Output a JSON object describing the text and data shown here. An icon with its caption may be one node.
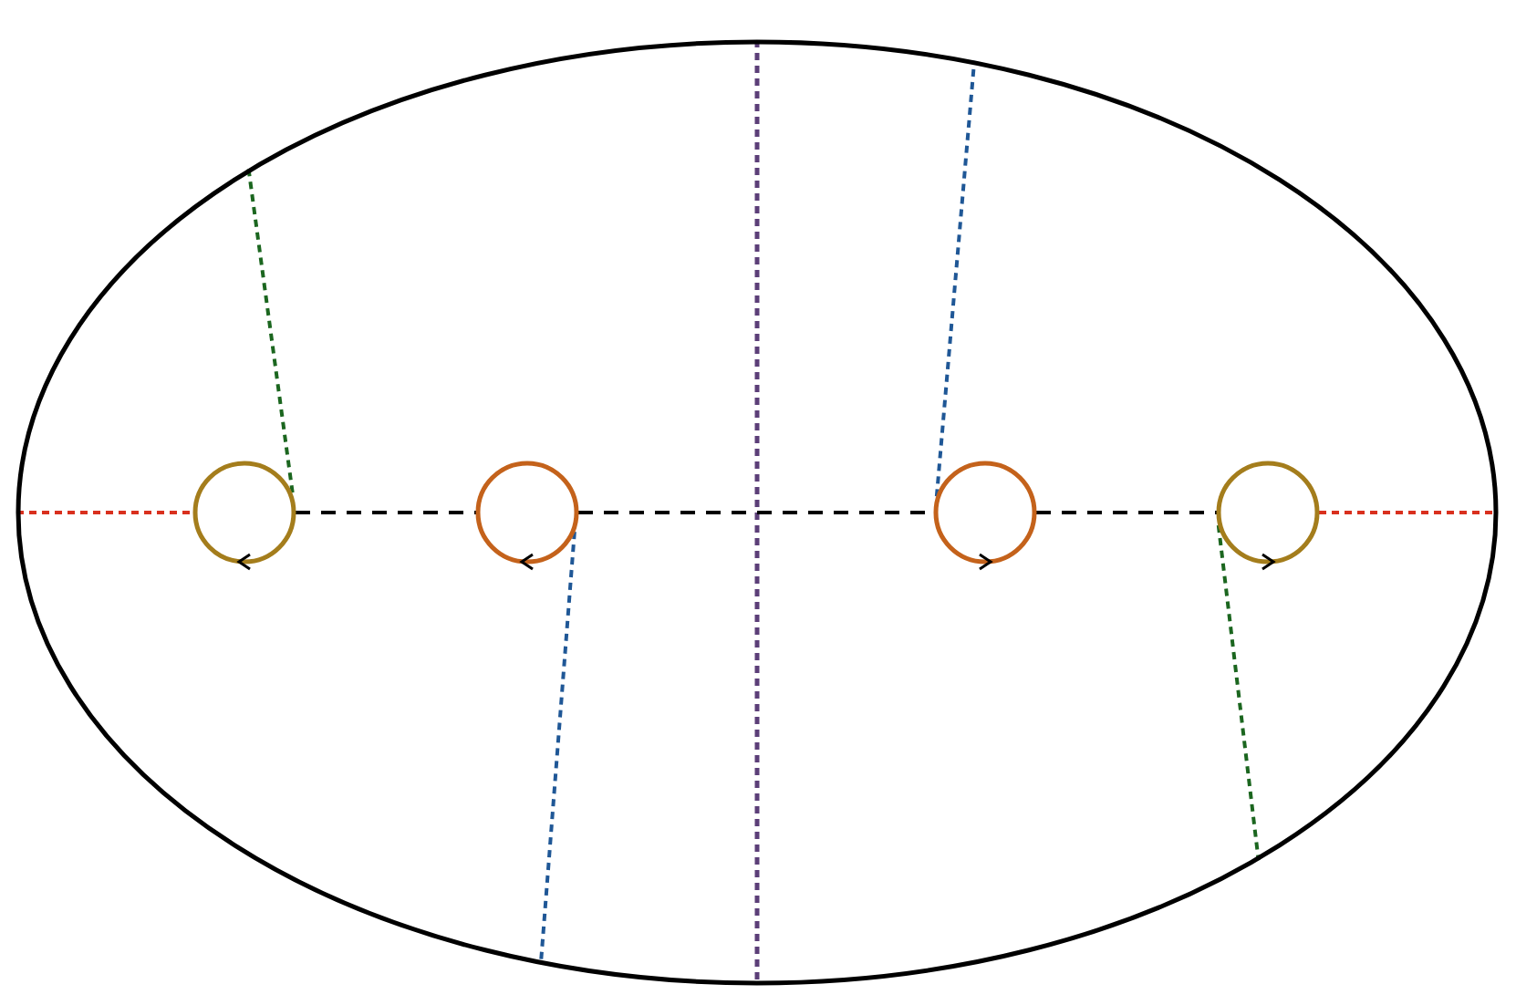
{
  "diagram": {
    "nodes": [
      {
        "text": [],
        "shape": "ellipse"
      },
      {
        "text": [],
        "shape": "circle",
        "in": 0
      },
      {
        "text": [],
        "shape": "circle",
        "in": 0
      },
      {
        "text": [],
        "shape": "circle",
        "in": 0
      },
      {
        "text": [],
        "shape": "circle",
        "in": 0
      }
    ],
    "edges": [
      {
        "from": 1,
        "to": 2,
        "arrow": "none",
        "style": "dashed"
      },
      {
        "from": 2,
        "to": 3,
        "arrow": "none",
        "style": "dashed"
      },
      {
        "from": 3,
        "to": 4,
        "arrow": "none",
        "style": "dashed"
      },
      {
        "from": 0,
        "to": 1,
        "arrow": "none",
        "style": "dashed",
        "color": "#d9301e"
      },
      {
        "from": 0,
        "to": 1,
        "arrow": "none",
        "style": "dashed",
        "color": "#1b661f"
      },
      {
        "from": 2,
        "to": 0,
        "arrow": "none",
        "style": "dashed",
        "color": "#1f5796"
      },
      {
        "from": 3,
        "to": 0,
        "arrow": "none",
        "style": "dashed",
        "color": "#1f5796"
      },
      {
        "from": 4,
        "to": 0,
        "arrow": "none",
        "style": "dashed",
        "color": "#d9301e"
      },
      {
        "from": 4,
        "to": 0,
        "arrow": "none",
        "style": "dashed",
        "color": "#1b661f"
      }
    ]
  }
}
